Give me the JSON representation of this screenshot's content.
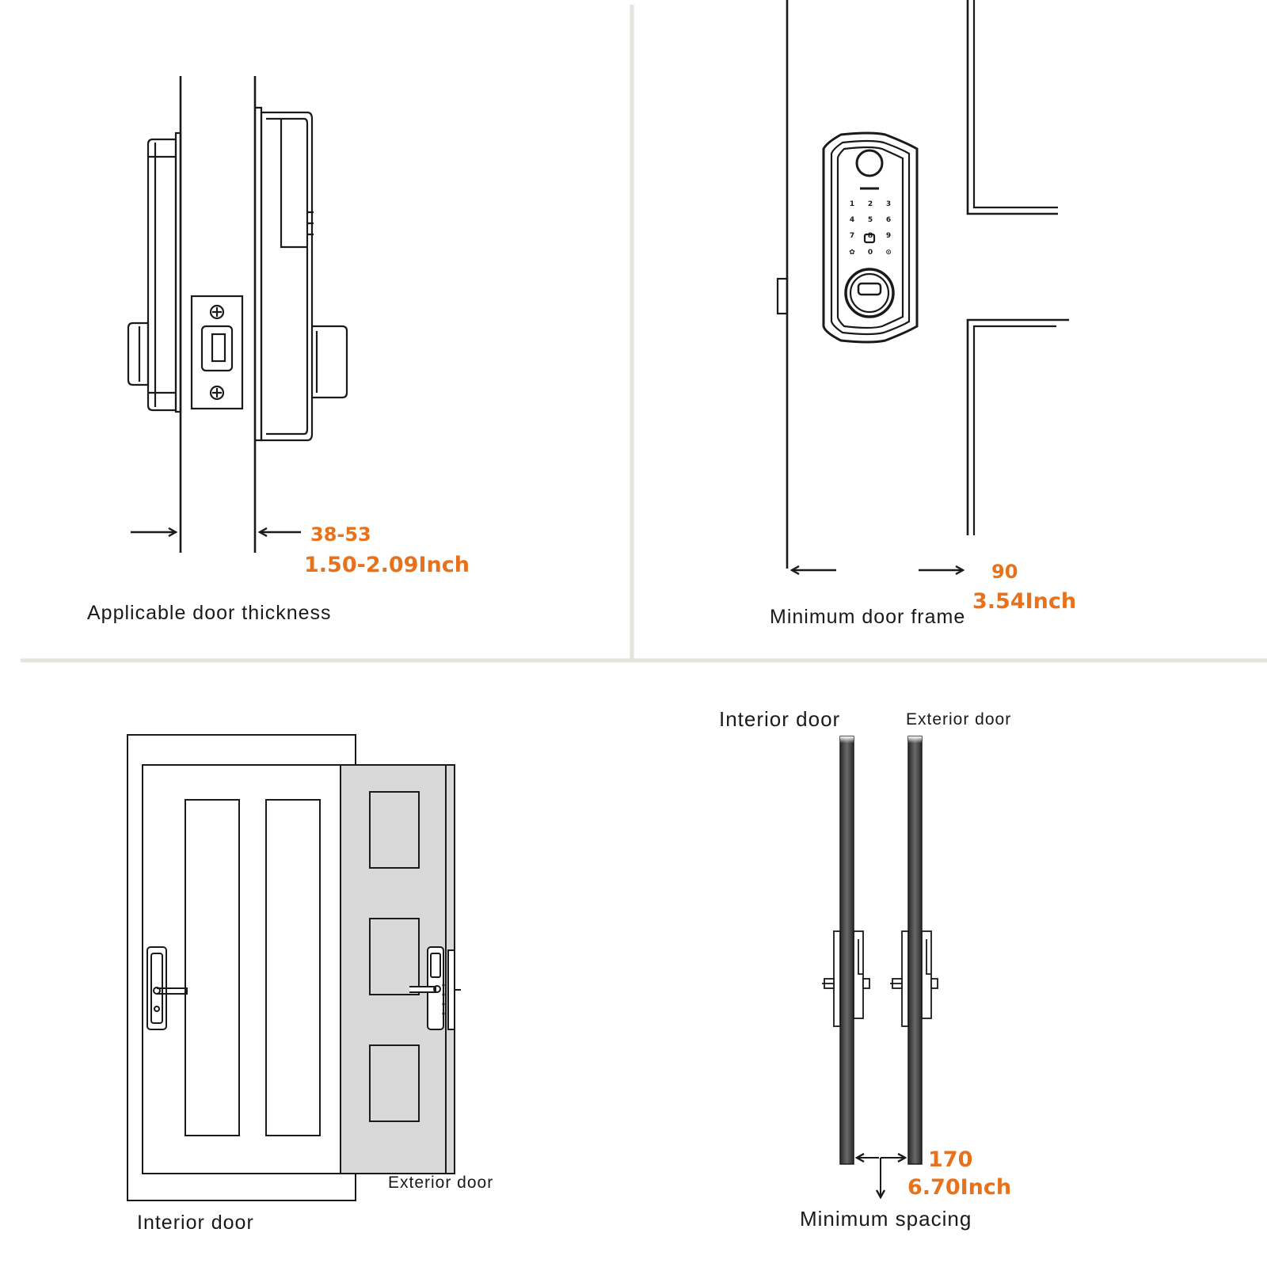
{
  "panels": {
    "door_thickness": {
      "caption": "Applicable door thickness",
      "value_mm": "38-53",
      "value_inch": "1.50-2.09Inch"
    },
    "door_frame": {
      "caption": "Minimum door frame",
      "value_mm": "90",
      "value_inch": "3.54Inch"
    },
    "doors_front": {
      "interior_label": "Interior door",
      "exterior_label": "Exterior door"
    },
    "spacing": {
      "interior_label": "Interior door",
      "exterior_label": "Exterior door",
      "caption": "Minimum spacing",
      "value_mm": "170",
      "value_inch": "6.70Inch"
    }
  },
  "keypad": {
    "keys": [
      "1",
      "2",
      "3",
      "4",
      "5",
      "6",
      "7",
      "8",
      "9",
      "✿",
      "0",
      "⊙"
    ]
  },
  "colors": {
    "accent": "#e8711b",
    "line": "#1a1a1a",
    "divider": "#e6e2dc",
    "door_fill": "#d9d9d9"
  }
}
